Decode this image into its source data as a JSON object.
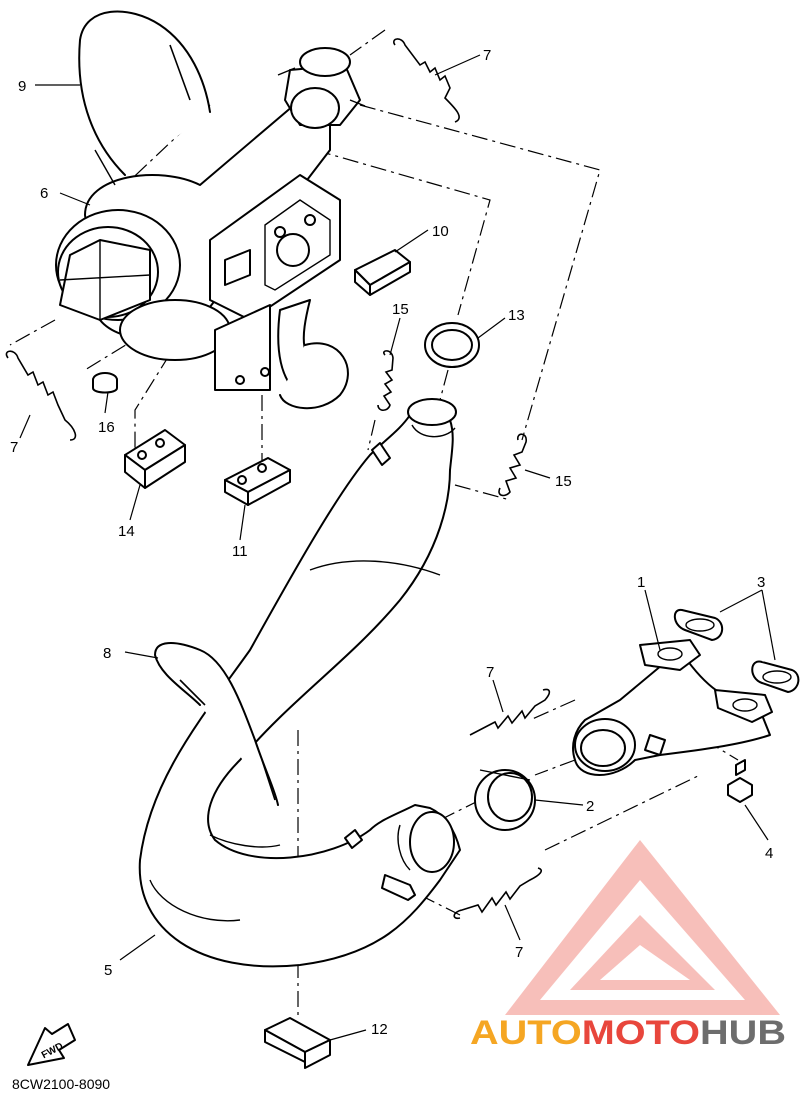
{
  "diagram": {
    "code": "8CW2100-8090",
    "fwd_label": "FWD",
    "callouts": {
      "c1": "1",
      "c2": "2",
      "c3": "3",
      "c4": "4",
      "c5": "5",
      "c6": "6",
      "c7a": "7",
      "c7b": "7",
      "c7c": "7",
      "c7d": "7",
      "c8": "8",
      "c9": "9",
      "c10": "10",
      "c11": "11",
      "c12": "12",
      "c13": "13",
      "c14": "14",
      "c15a": "15",
      "c15b": "15",
      "c16": "16"
    }
  },
  "watermark": {
    "part1": "AUTO",
    "part2": "MOTO",
    "part3": "HUB",
    "colors": {
      "orange": "#f5a623",
      "red": "#e8463c",
      "gray": "#6d6d6d"
    }
  }
}
